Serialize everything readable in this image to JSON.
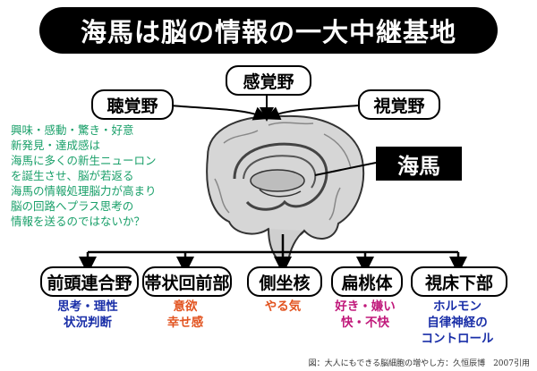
{
  "title": "海馬は脳の情報の一大中継基地",
  "inputs": {
    "sensory": "感覚野",
    "auditory": "聴覚野",
    "visual": "視覚野"
  },
  "hippocampus_label": "海馬",
  "annotation_lines": [
    "興味・感動・驚き・好意",
    "新発見・達成感は",
    "海馬に多くの新生ニューロン",
    "を誕生させ、脳が若返る",
    "海馬の情報処理脳力が高まり",
    "脳の回路へプラス思考の",
    "情報を送るのではないか？"
  ],
  "outputs": [
    {
      "name": "前頭連合野",
      "functions": [
        "思考・理性",
        "状況判断"
      ],
      "color": "#1a2fa8"
    },
    {
      "name": "帯状回前部",
      "functions": [
        "意欲",
        "幸せ感"
      ],
      "color": "#e2531f"
    },
    {
      "name": "側坐核",
      "functions": [
        "やる気"
      ],
      "color": "#e2531f"
    },
    {
      "name": "扁桃体",
      "functions": [
        "好き・嫌い",
        "快・不快"
      ],
      "color": "#c0187a"
    },
    {
      "name": "視床下部",
      "functions": [
        "ホルモン",
        "自律神経の",
        "コントロール"
      ],
      "color": "#1a2fa8"
    }
  ],
  "credit": "図：大人にもできる脳細胞の増やし方：久恒辰博　2007引用"
}
